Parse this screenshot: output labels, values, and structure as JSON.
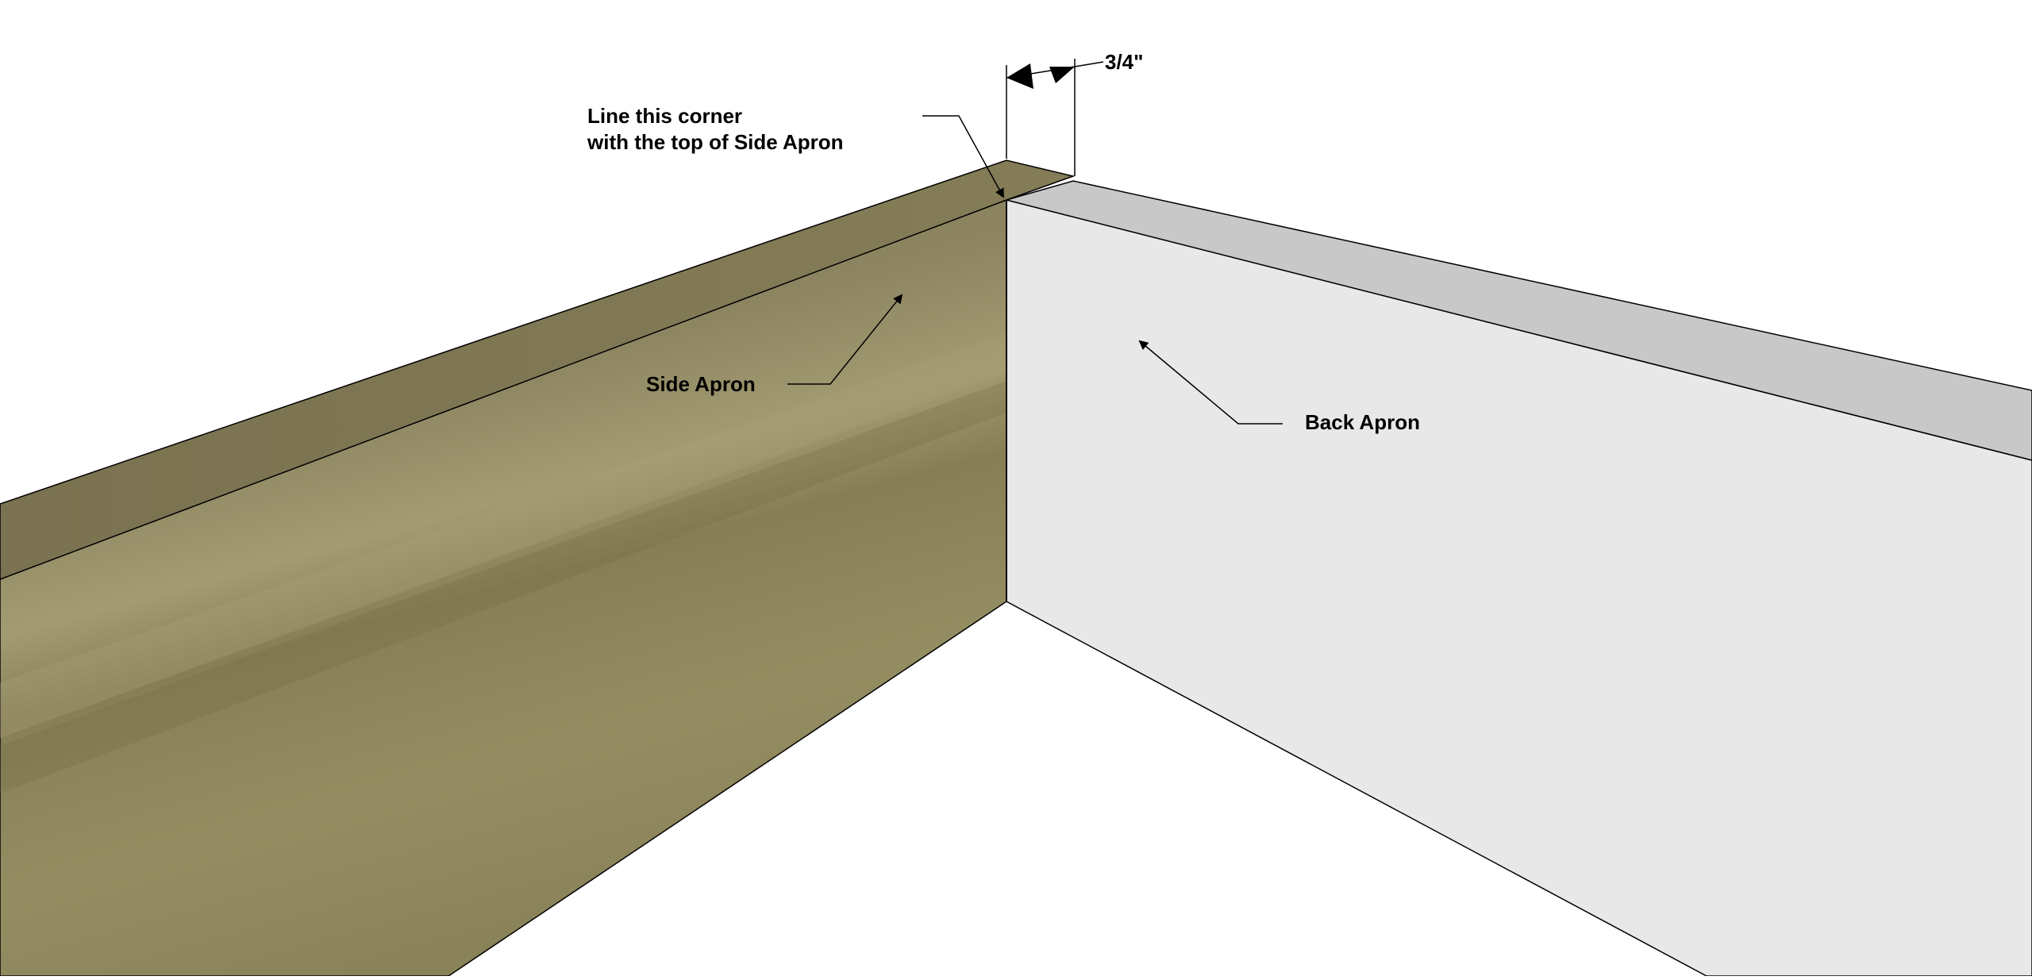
{
  "diagram": {
    "colors": {
      "background": "#ffffff",
      "side_apron_light": "#9c9466",
      "side_apron_dark": "#7e7750",
      "side_apron_top": "#7c7452",
      "back_apron_face": "#e8e8e8",
      "back_apron_top": "#c8c8c8",
      "outline": "#000000"
    },
    "labels": {
      "corner_note_line1": "Line this corner",
      "corner_note_line2": "with the top of Side Apron",
      "dimension": "3/4\"",
      "side_apron": "Side Apron",
      "back_apron": "Back Apron"
    }
  }
}
